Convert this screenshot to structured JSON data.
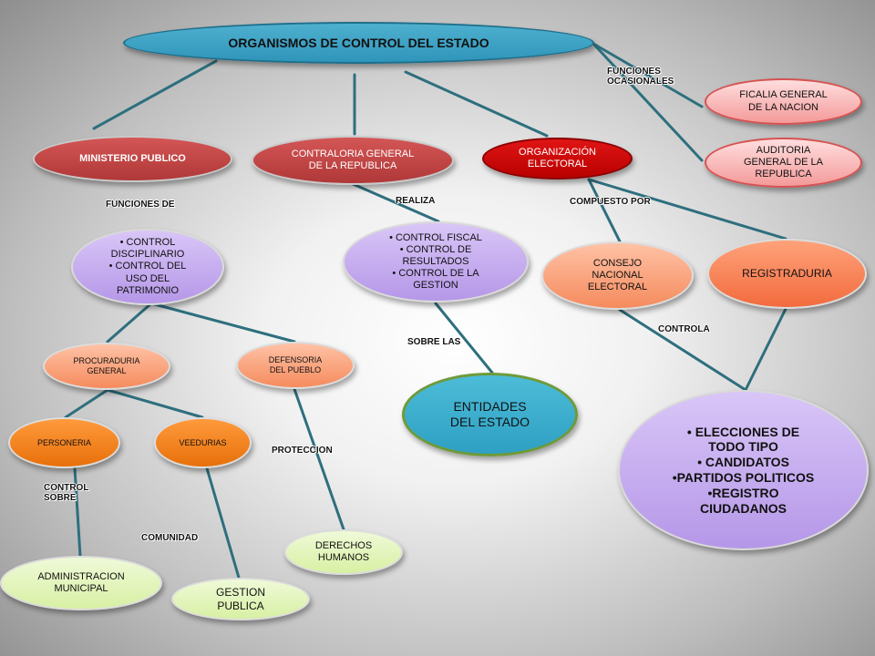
{
  "diagram": {
    "colors": {
      "link": "#2e6f7e",
      "root_fill": "#3ea4c8",
      "red_node_fill": "#c04545",
      "purple_node_fill": "#c7aff0",
      "orange_node_fill": "#f7a07a",
      "green_node_fill": "#e2f4b8"
    },
    "nodes": {
      "root": {
        "lines": [
          "ORGANISMOS DE CONTROL DEL ESTADO"
        ]
      },
      "ministerio": {
        "lines": [
          "MINISTERIO PUBLICO"
        ]
      },
      "contraloria": {
        "lines": [
          "CONTRALORIA GENERAL",
          "DE LA REPUBLICA"
        ]
      },
      "organizacion": {
        "lines": [
          "ORGANIZACIÓN",
          "ELECTORAL"
        ]
      },
      "fiscalia": {
        "lines": [
          "FICALIA GENERAL",
          "DE LA NACION"
        ]
      },
      "auditoria": {
        "lines": [
          "AUDITORIA",
          "GENERAL DE LA",
          "REPUBLICA"
        ]
      },
      "funciones_ministerio": {
        "lines": [
          "• CONTROL",
          "DISCIPLINARIO",
          "• CONTROL DEL",
          "USO DEL",
          "PATRIMONIO"
        ]
      },
      "funciones_contraloria": {
        "lines": [
          "• CONTROL FISCAL",
          "• CONTROL DE",
          "RESULTADOS",
          "• CONTROL DE LA",
          "GESTION"
        ]
      },
      "consejo": {
        "lines": [
          "CONSEJO",
          "NACIONAL",
          "ELECTORAL"
        ]
      },
      "registraduria": {
        "lines": [
          "REGISTRADURIA"
        ]
      },
      "procuraduria": {
        "lines": [
          "PROCURADURIA",
          "GENERAL"
        ]
      },
      "defensoria": {
        "lines": [
          "DEFENSORIA",
          "DEL PUEBLO"
        ]
      },
      "entidades": {
        "lines": [
          "ENTIDADES",
          "DEL ESTADO"
        ]
      },
      "personeria": {
        "lines": [
          "PERSONERIA"
        ]
      },
      "veedurias": {
        "lines": [
          "VEEDURIAS"
        ]
      },
      "elecciones": {
        "lines": [
          "• ELECCIONES DE",
          "TODO TIPO",
          "• CANDIDATOS",
          "•PARTIDOS POLITICOS",
          "•REGISTRO",
          "CIUDADANOS"
        ]
      },
      "derechos": {
        "lines": [
          "DERECHOS",
          "HUMANOS"
        ]
      },
      "administracion": {
        "lines": [
          "ADMINISTRACION",
          "MUNICIPAL"
        ]
      },
      "gestion": {
        "lines": [
          "GESTION",
          "PUBLICA"
        ]
      }
    },
    "labels": {
      "funciones_ocasionales": [
        "FUNCIONES",
        "OCASIONALES"
      ],
      "funciones_de": [
        "FUNCIONES DE"
      ],
      "realiza": [
        "REALIZA"
      ],
      "compuesto_por": [
        "COMPUESTO POR"
      ],
      "sobre_las": [
        "SOBRE LAS"
      ],
      "controla": [
        "CONTROLA"
      ],
      "proteccion": [
        "PROTECCION"
      ],
      "control_sobre": [
        "CONTROL",
        "SOBRE"
      ],
      "comunidad": [
        "COMUNIDAD"
      ]
    }
  }
}
